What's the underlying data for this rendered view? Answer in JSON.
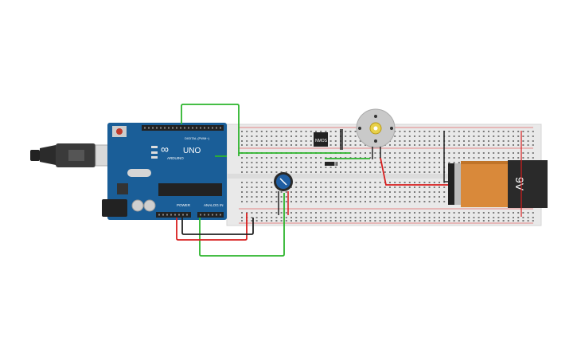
{
  "arduino": {
    "brand": "ARDUINO",
    "model": "UNO",
    "digital_label": "DIGITAL (PWM~)",
    "power_label": "POWER",
    "analog_label": "ANALOG IN"
  },
  "mosfet": {
    "label": "NMOS"
  },
  "battery": {
    "label": "9V"
  },
  "colors": {
    "board": "#1a5e98",
    "breadboard": "#e9e9e9",
    "wire_green": "#2db52d",
    "wire_red": "#d81e1e",
    "wire_black": "#222222",
    "battery_body": "#d9893a",
    "battery_cap": "#2a2a2a"
  }
}
